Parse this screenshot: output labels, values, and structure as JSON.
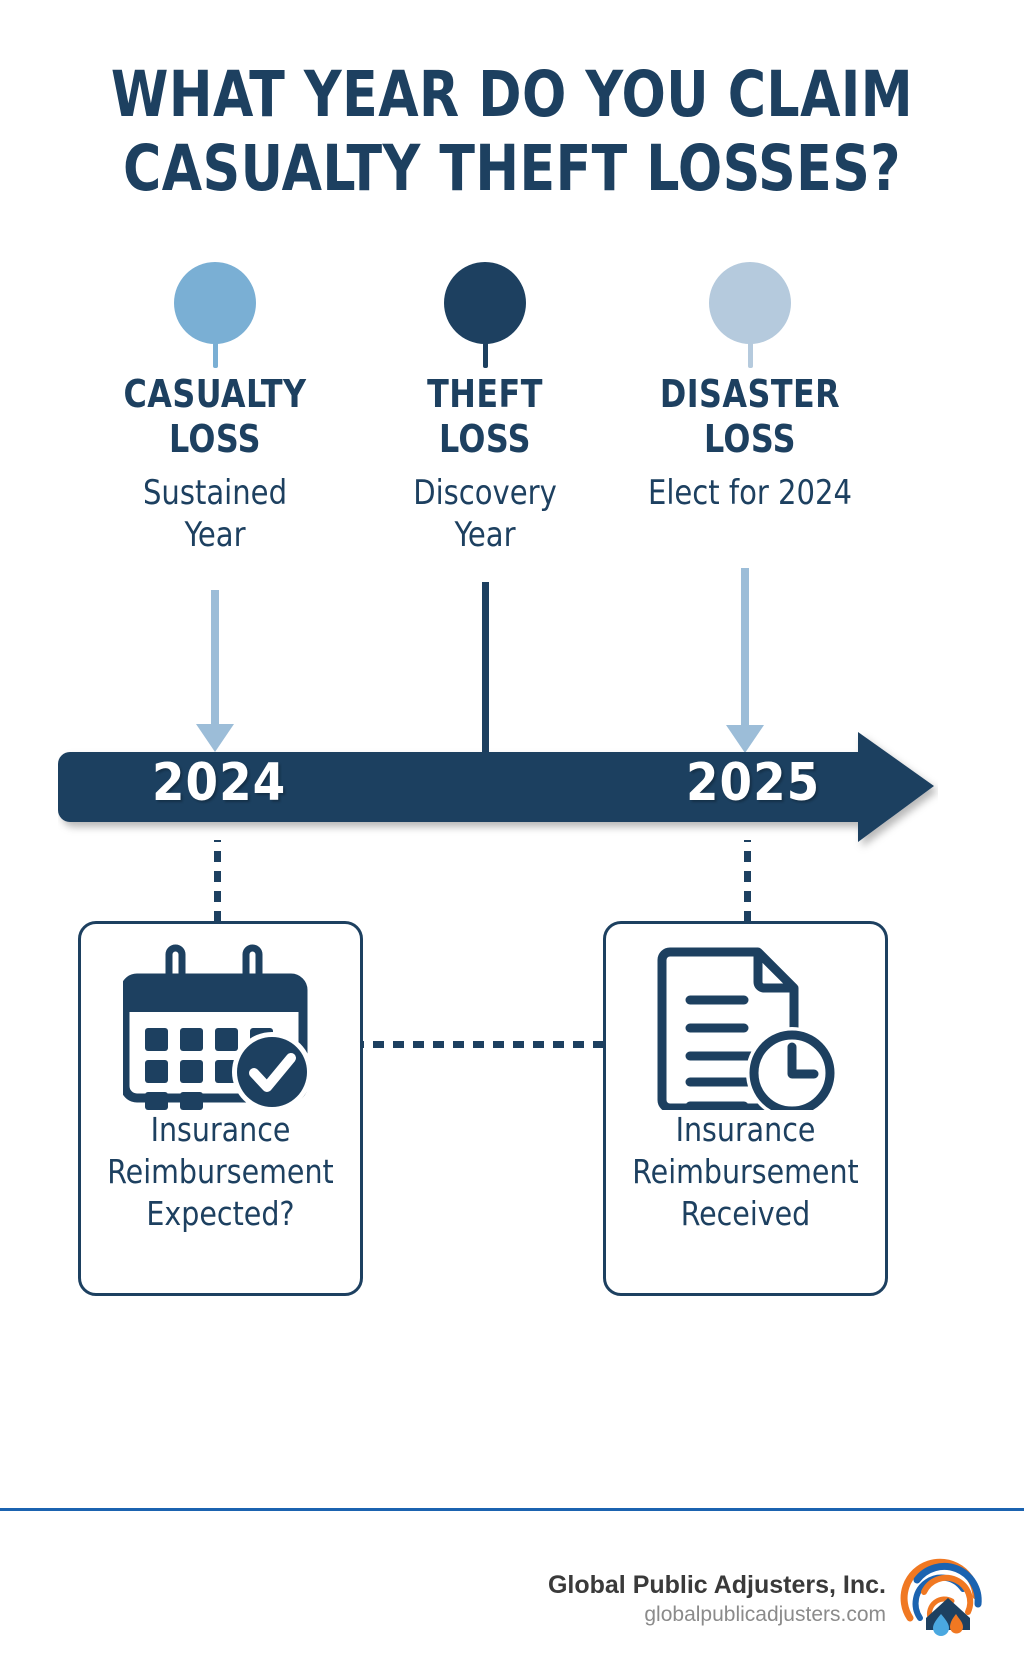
{
  "title": {
    "line1": "WHAT YEAR DO YOU CLAIM",
    "line2": "CASUALTY THEFT LOSSES?"
  },
  "colors": {
    "navy": "#1d4060",
    "light_blue": "#7aafd4",
    "pale_blue": "#b5cadd",
    "arrow_blue": "#9cbdd8",
    "divider_blue": "#1b63b0",
    "logo_orange": "#f07822",
    "logo_blue": "#1b63b0",
    "white": "#ffffff"
  },
  "columns": [
    {
      "key": "casualty",
      "marker_color": "#7aafd4",
      "head_line1": "CASUALTY",
      "head_line2": "LOSS",
      "sub_line1": "Sustained",
      "sub_line2": "Year",
      "arrow": "down-arrow-light"
    },
    {
      "key": "theft",
      "marker_color": "#1d4060",
      "head_line1": "THEFT",
      "head_line2": "LOSS",
      "sub_line1": "Discovery",
      "sub_line2": "Year",
      "arrow": "down-line-dark"
    },
    {
      "key": "disaster",
      "marker_color": "#b5cadd",
      "head_line1": "DISASTER",
      "head_line2": "LOSS",
      "sub_line1": "Elect for 2024",
      "sub_line2": "",
      "arrow": "down-arrow-light"
    }
  ],
  "timeline": {
    "year_left": "2024",
    "year_right": "2025",
    "bar_color": "#1d4060",
    "direction": "right"
  },
  "cards": [
    {
      "key": "left",
      "icon": "calendar-check-icon",
      "line1": "Insurance",
      "line2": "Reimbursement",
      "line3": "Expected?"
    },
    {
      "key": "right",
      "icon": "document-clock-icon",
      "line1": "Insurance",
      "line2": "Reimbursement",
      "line3": "Received"
    }
  ],
  "footer": {
    "brand": "Global Public Adjusters, Inc.",
    "site": "globalpublicadjusters.com",
    "logo": "global-public-adjusters-logo"
  }
}
